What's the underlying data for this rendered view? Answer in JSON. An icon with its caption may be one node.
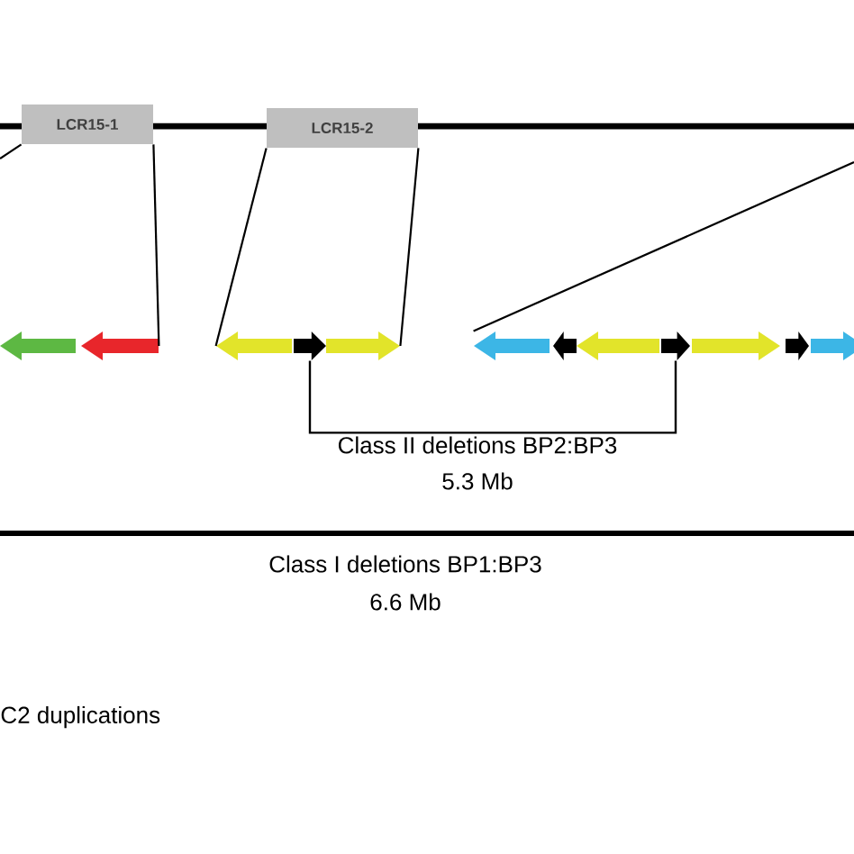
{
  "diagram": {
    "nodes": [
      {
        "text": [
          "LCR15-1"
        ]
      },
      {
        "text": [
          "LCR15-2"
        ]
      },
      {
        "text": [],
        "shape": "arrow"
      },
      {
        "text": [],
        "shape": "arrow"
      },
      {
        "text": [],
        "shape": "arrow"
      },
      {
        "text": [],
        "shape": "arrow"
      },
      {
        "text": [],
        "shape": "arrow"
      },
      {
        "text": [],
        "shape": "arrow"
      },
      {
        "text": [],
        "shape": "arrow"
      },
      {
        "text": [],
        "shape": "arrow"
      },
      {
        "text": [],
        "shape": "arrow"
      },
      {
        "text": [],
        "shape": "arrow"
      },
      {
        "text": [],
        "shape": "arrow"
      },
      {
        "text": [],
        "shape": "arrow"
      }
    ],
    "edges": [
      {
        "from": 0,
        "to": null,
        "arrow": "none"
      },
      {
        "from": 0,
        "to": 3,
        "arrow": "none"
      },
      {
        "from": 1,
        "to": 4,
        "arrow": "none"
      },
      {
        "from": 1,
        "to": 6,
        "arrow": "none"
      },
      {
        "from": null,
        "to": 7,
        "arrow": "none"
      },
      {
        "from": 5,
        "to": 10,
        "arrow": "none"
      }
    ],
    "labels": [
      "Class II deletions BP2:BP3",
      "5.3 Mb",
      "Class I deletions BP1:BP3",
      "6.6 Mb",
      "C2 duplications"
    ]
  }
}
